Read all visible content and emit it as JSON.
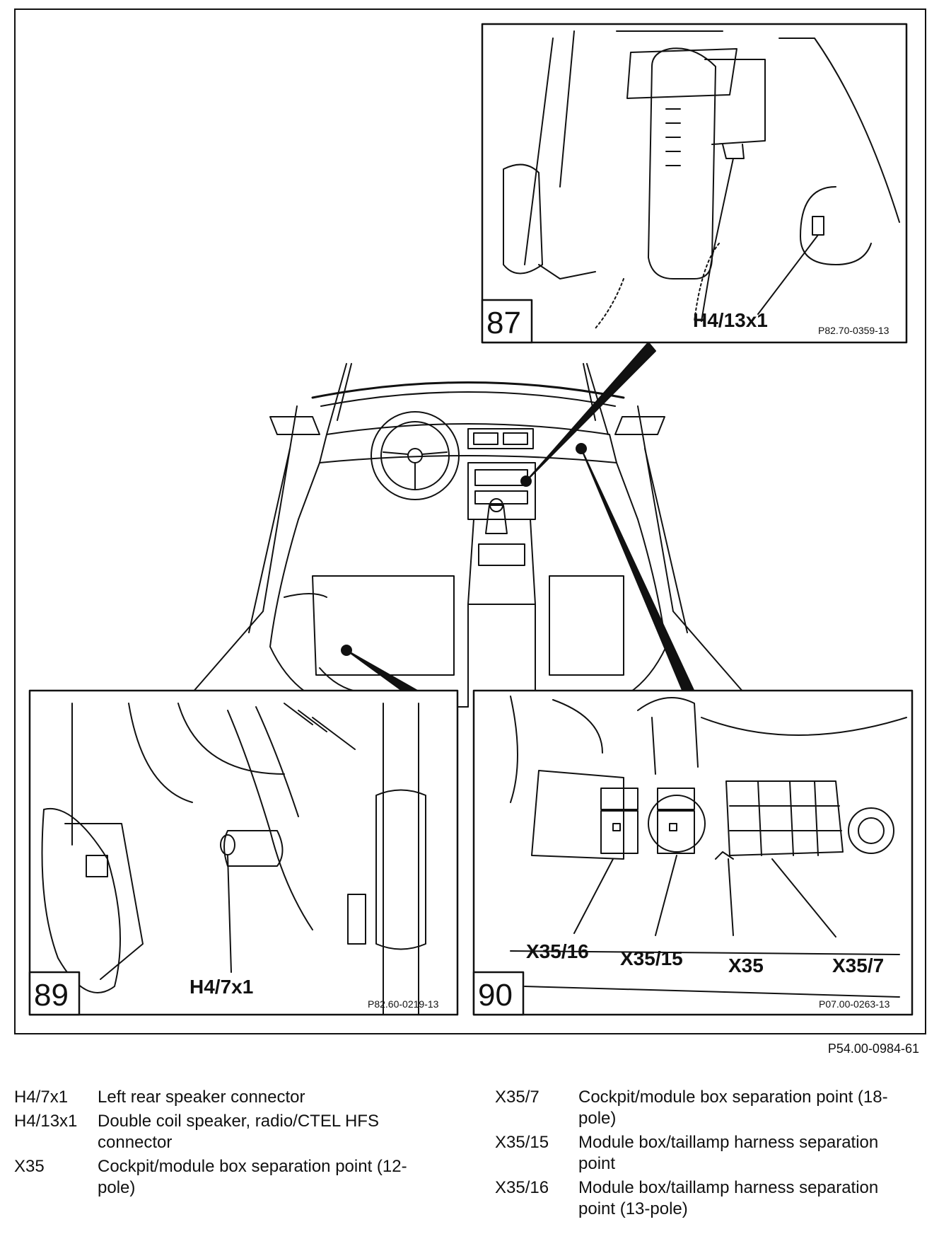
{
  "panels": [
    {
      "number": "87",
      "callouts": [
        "H4/13x1"
      ],
      "ref_code": "P82.70-0359-13"
    },
    {
      "number": "89",
      "callouts": [
        "H4/7x1"
      ],
      "ref_code": "P82.60-0219-13"
    },
    {
      "number": "90",
      "callouts": [
        "X35/16",
        "X35/15",
        "X35",
        "X35/7"
      ],
      "ref_code": "P07.00-0263-13"
    }
  ],
  "figure_code": "P54.00-0984-61",
  "legend": {
    "left": [
      {
        "code": "H4/7x1",
        "description": "Left rear speaker connector"
      },
      {
        "code": "H4/13x1",
        "description": "Double coil speaker, radio/CTEL HFS connector"
      },
      {
        "code": "X35",
        "description": "Cockpit/module box separation point (12-pole)"
      }
    ],
    "right": [
      {
        "code": "X35/7",
        "description": "Cockpit/module box separation point (18-pole)"
      },
      {
        "code": "X35/15",
        "description": "Module box/taillamp harness separation point"
      },
      {
        "code": "X35/16",
        "description": "Module box/taillamp harness separation point (13-pole)"
      }
    ]
  }
}
